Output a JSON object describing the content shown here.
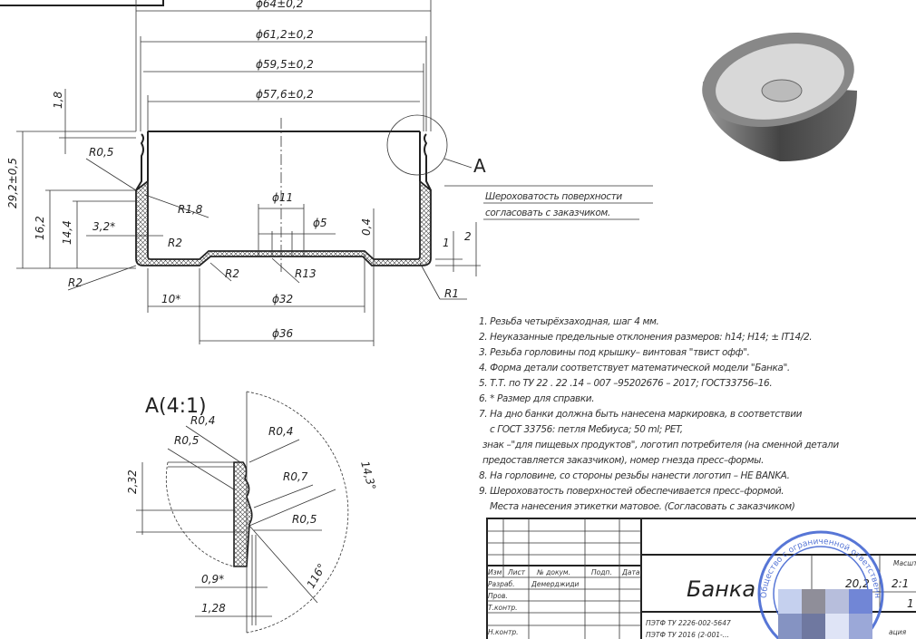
{
  "main_view": {
    "dims_top": [
      "ϕ64±0,2",
      "ϕ61,2±0,2",
      "ϕ59,5±0,2",
      "ϕ57,6±0,2"
    ],
    "dims_left": {
      "height_total": "29,2±0,5",
      "h1": "16,2",
      "h2": "14,4",
      "top": "1,8",
      "wall": "3,2*"
    },
    "radii": {
      "r05": "R0,5",
      "r18": "R1,8",
      "r2a": "R2",
      "r2b": "R2",
      "r2c": "R2",
      "r13": "R13",
      "r1": "R1"
    },
    "dims_bottom": {
      "d11": "ϕ11",
      "d5": "ϕ5",
      "t04": "0,4",
      "one": "1",
      "two": "2",
      "ten": "10*",
      "d32": "ϕ32",
      "d36": "ϕ36"
    },
    "detail_marker": "A",
    "roughness_note": [
      "Шероховатость поверхности",
      "согласовать с заказчиком."
    ]
  },
  "detail_view": {
    "title": "A(4:1)",
    "labels": {
      "r04a": "R0,4",
      "r05a": "R0,5",
      "r04b": "R0,4",
      "r07": "R0,7",
      "r05b": "R0,5",
      "d232": "2,32",
      "d09": "0,9*",
      "d128": "1,28",
      "a143": "14,3°",
      "a116": "116°"
    }
  },
  "notes": [
    "1. Резьба четырёхзаходная, шаг 4 мм.",
    "2. Неуказанные предельные отклонения размеров: h14; H14; ± IT14/2.",
    "3. Резьба горловины под крышку– винтовая \"твист офф\".",
    "4. Форма детали соответствует математической модели \"Банка\".",
    "5. Т.Т. по ТУ 22 . 22 .14 – 007 –95202676 – 2017; ГОСТ33756–16.",
    "6. * Размер для справки.",
    "7. На дно банки должна быть нанесена маркировка, в соответствии",
    "   с ГОСТ 33756: петля Мебиуса; 50 ml; PET,",
    "знак –\"для пищевых продуктов\", логотип потребителя (на сменной детали",
    "предоставляется заказчиком), номер гнезда пресс–формы.",
    "8. На горловине, со стороны резьбы нанести логотип – НЕ BANKA.",
    "9. Шероховатость поверхностей обеспечивается пресс–формой.",
    "   Места нанесения этикетки матовое. (Согласовать с заказчиком)"
  ],
  "title_block": {
    "headers": [
      "Изм",
      "Лист",
      "№ докум.",
      "Подп.",
      "Дата"
    ],
    "rows": [
      "Разраб.",
      "Пров.",
      "Т.контр.",
      "",
      "Н.контр."
    ],
    "developer": "Демерджиди",
    "part_name": "Банка",
    "mass": "20,2",
    "scale_header": "Масштаб",
    "scale": "2:1",
    "sheet": "1",
    "doc_line1": "ПЭТФ ТУ 2226-002-5647",
    "doc_line2": "ПЭТФ ТУ 2016 (2-001-...",
    "org_suffix": "ация",
    "stamp_text": "Общество с ограниченной ответственностью",
    "stamp_color": "#3a5fcf"
  }
}
